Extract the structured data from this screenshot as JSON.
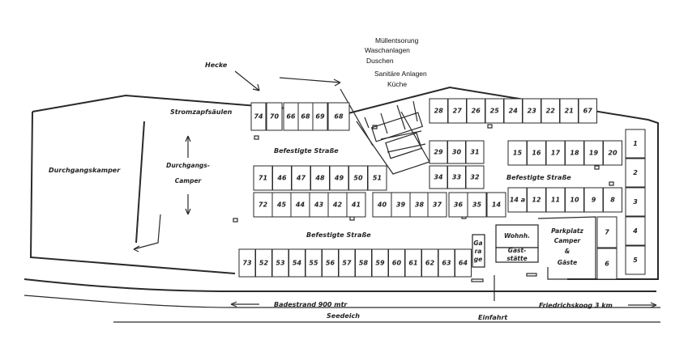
{
  "labels": {
    "muell": "Müllentsorung",
    "wasch": "Waschanlagen",
    "duschen": "Duschen",
    "sanitaer": "Sanitäre Anlagen",
    "kueche": "Küche",
    "hecke": "Hecke",
    "strom": "Stromzapfsäulen",
    "durchgang": "Durchgangskamper",
    "durch_camper_1": "Durchgangs-",
    "durch_camper_2": "Camper",
    "strasse_top": "Befestigte Straße",
    "strasse_right": "Befestigte Straße",
    "strasse_bottom": "Befestigte Straße",
    "wohn": "Wohnh.",
    "gast_1": "Gast-",
    "gast_2": "stätte",
    "garage_1": "Ga",
    "garage_2": "ra",
    "garage_3": "ge",
    "park_1": "Parkplatz",
    "park_2": "Camper",
    "park_3": "&",
    "park_4": "Gäste",
    "badestrand": "Badestrand 900 mtr",
    "friedrichskoog": "Friedrichskoog 3 km",
    "seedeich": "Seedeich",
    "einfahrt": "Einfahrt"
  },
  "plots": {
    "top_left": [
      "74",
      "70",
      "66",
      "68",
      "69",
      "68"
    ],
    "mid_row1": [
      "71",
      "46",
      "47",
      "48",
      "49",
      "50",
      "51"
    ],
    "mid_row2": [
      "72",
      "45",
      "44",
      "43",
      "42",
      "41",
      "40",
      "39",
      "38",
      "37",
      "36",
      "35",
      "14"
    ],
    "bottom": [
      "73",
      "52",
      "53",
      "54",
      "55",
      "56",
      "57",
      "58",
      "59",
      "60",
      "61",
      "62",
      "63",
      "64"
    ],
    "top_right": [
      "28",
      "27",
      "26",
      "25",
      "24",
      "23",
      "22",
      "21",
      "67"
    ],
    "block_a": [
      "29",
      "30",
      "31"
    ],
    "block_b": [
      "34",
      "33",
      "32"
    ],
    "right_row1": [
      "15",
      "16",
      "17",
      "18",
      "19",
      "20"
    ],
    "right_row2": [
      "14 a",
      "12",
      "11",
      "10",
      "9",
      "8"
    ],
    "right_col": [
      "1",
      "2",
      "3",
      "4",
      "5"
    ],
    "right_col2": [
      "7",
      "6"
    ]
  }
}
